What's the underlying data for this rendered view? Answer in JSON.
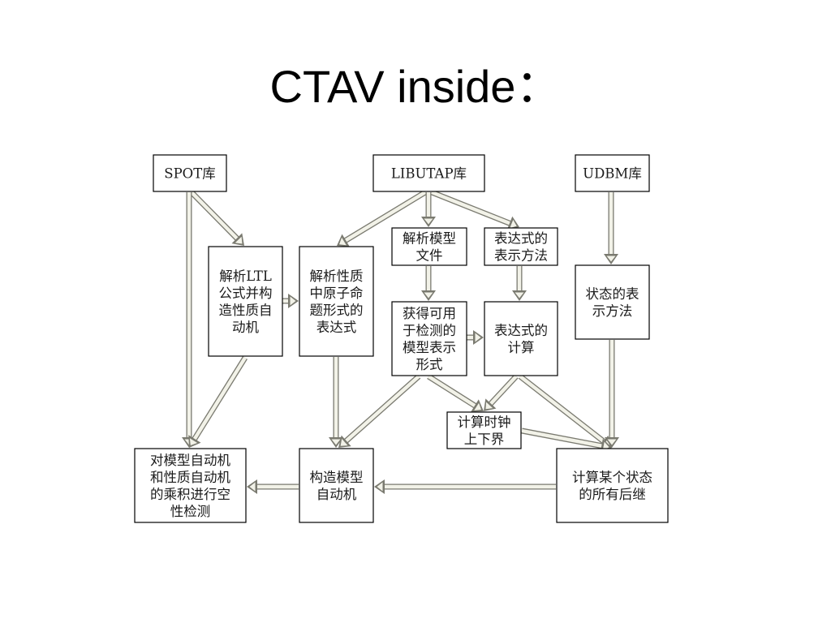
{
  "slide": {
    "title": "CTAV inside："
  },
  "diagram": {
    "nodes": {
      "spot": [
        "SPOT库"
      ],
      "libutap": [
        "LIBUTAP库"
      ],
      "udbm": [
        "UDBM库"
      ],
      "ltl_automaton": [
        "解析LTL",
        "公式并构",
        "造性质自",
        "动机"
      ],
      "atomic_props": [
        "解析性质",
        "中原子命",
        "题形式的",
        "表达式"
      ],
      "parse_model": [
        "解析模型",
        "文件"
      ],
      "expr_repr": [
        "表达式的",
        "表示方法"
      ],
      "state_repr": [
        "状态的表",
        "示方法"
      ],
      "model_repr": [
        "获得可用",
        "于检测的",
        "模型表示",
        "形式"
      ],
      "expr_calc": [
        "表达式的",
        "计算"
      ],
      "clock_bounds": [
        "计算时钟",
        "上下界"
      ],
      "product_check": [
        "对模型自动机",
        "和性质自动机",
        "的乘积进行空",
        "性检测"
      ],
      "build_model": [
        "构造模型",
        "自动机"
      ],
      "successors": [
        "计算某个状态",
        "的所有后继"
      ]
    },
    "edges": [
      {
        "from": "spot",
        "to": "ltl_automaton"
      },
      {
        "from": "spot",
        "to": "product_check"
      },
      {
        "from": "libutap",
        "to": "atomic_props"
      },
      {
        "from": "libutap",
        "to": "parse_model"
      },
      {
        "from": "libutap",
        "to": "expr_repr"
      },
      {
        "from": "udbm",
        "to": "state_repr"
      },
      {
        "from": "ltl_automaton",
        "to": "atomic_props"
      },
      {
        "from": "ltl_automaton",
        "to": "product_check"
      },
      {
        "from": "parse_model",
        "to": "model_repr"
      },
      {
        "from": "expr_repr",
        "to": "expr_calc"
      },
      {
        "from": "model_repr",
        "to": "expr_calc"
      },
      {
        "from": "atomic_props",
        "to": "build_model"
      },
      {
        "from": "model_repr",
        "to": "build_model"
      },
      {
        "from": "model_repr",
        "to": "clock_bounds"
      },
      {
        "from": "expr_calc",
        "to": "clock_bounds"
      },
      {
        "from": "expr_calc",
        "to": "successors"
      },
      {
        "from": "clock_bounds",
        "to": "successors"
      },
      {
        "from": "state_repr",
        "to": "successors"
      },
      {
        "from": "successors",
        "to": "build_model"
      },
      {
        "from": "build_model",
        "to": "product_check"
      }
    ]
  }
}
